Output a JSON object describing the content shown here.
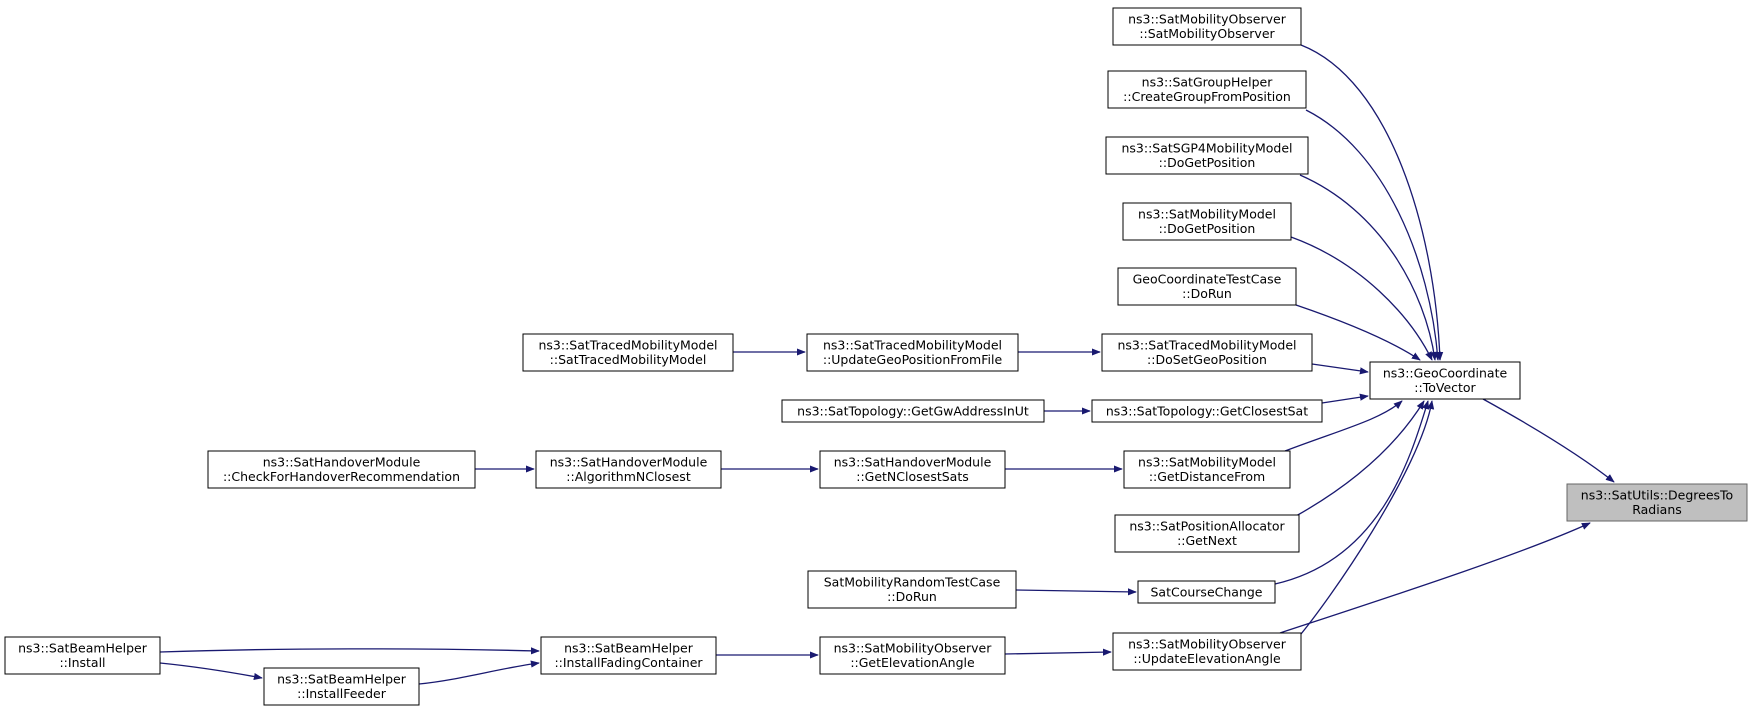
{
  "diagram": {
    "colors": {
      "edge": "#191970",
      "root_fill": "#bfbfbf",
      "node_fill": "#ffffff",
      "node_border": "#000000"
    },
    "root": "degreestoradians",
    "nodes": [
      {
        "id": "degreestoradians",
        "lines": [
          "ns3::SatUtils::DegreesTo",
          "Radians"
        ]
      },
      {
        "id": "geocoordinate-tovector",
        "lines": [
          "ns3::GeoCoordinate",
          "::ToVector"
        ]
      },
      {
        "id": "satmobilityobserver-ctor",
        "lines": [
          "ns3::SatMobilityObserver",
          "::SatMobilityObserver"
        ]
      },
      {
        "id": "satgrouphelper-creategroup",
        "lines": [
          "ns3::SatGroupHelper",
          "::CreateGroupFromPosition"
        ]
      },
      {
        "id": "satsgp4-dogetposition",
        "lines": [
          "ns3::SatSGP4MobilityModel",
          "::DoGetPosition"
        ]
      },
      {
        "id": "satmobilitymodel-dogetposition",
        "lines": [
          "ns3::SatMobilityModel",
          "::DoGetPosition"
        ]
      },
      {
        "id": "geocoordinatetestcase-dorun",
        "lines": [
          "GeoCoordinateTestCase",
          "::DoRun"
        ]
      },
      {
        "id": "sattraced-dosetgeoposition",
        "lines": [
          "ns3::SatTracedMobilityModel",
          "::DoSetGeoPosition"
        ]
      },
      {
        "id": "sattraced-updategeoposition",
        "lines": [
          "ns3::SatTracedMobilityModel",
          "::UpdateGeoPositionFromFile"
        ]
      },
      {
        "id": "sattraced-ctor",
        "lines": [
          "ns3::SatTracedMobilityModel",
          "::SatTracedMobilityModel"
        ]
      },
      {
        "id": "sattopology-getclosestsat",
        "lines": [
          "ns3::SatTopology::GetClosestSat"
        ]
      },
      {
        "id": "sattopology-getgwaddressinut",
        "lines": [
          "ns3::SatTopology::GetGwAddressInUt"
        ]
      },
      {
        "id": "satmobilitymodel-getdistancefrom",
        "lines": [
          "ns3::SatMobilityModel",
          "::GetDistanceFrom"
        ]
      },
      {
        "id": "sathandover-getnclosestsats",
        "lines": [
          "ns3::SatHandoverModule",
          "::GetNClosestSats"
        ]
      },
      {
        "id": "sathandover-algorithmnclosest",
        "lines": [
          "ns3::SatHandoverModule",
          "::AlgorithmNClosest"
        ]
      },
      {
        "id": "sathandover-checkforhandover",
        "lines": [
          "ns3::SatHandoverModule",
          "::CheckForHandoverRecommendation"
        ]
      },
      {
        "id": "satpositionallocator-getnext",
        "lines": [
          "ns3::SatPositionAllocator",
          "::GetNext"
        ]
      },
      {
        "id": "satcoursechange",
        "lines": [
          "SatCourseChange"
        ]
      },
      {
        "id": "satmobilityrandomtestcase-dorun",
        "lines": [
          "SatMobilityRandomTestCase",
          "::DoRun"
        ]
      },
      {
        "id": "satmobilityobserver-updateelevation",
        "lines": [
          "ns3::SatMobilityObserver",
          "::UpdateElevationAngle"
        ]
      },
      {
        "id": "satmobilityobserver-getelevation",
        "lines": [
          "ns3::SatMobilityObserver",
          "::GetElevationAngle"
        ]
      },
      {
        "id": "satbeamhelper-installfadingcontainer",
        "lines": [
          "ns3::SatBeamHelper",
          "::InstallFadingContainer"
        ]
      },
      {
        "id": "satbeamhelper-install",
        "lines": [
          "ns3::SatBeamHelper",
          "::Install"
        ]
      },
      {
        "id": "satbeamhelper-installfeeder",
        "lines": [
          "ns3::SatBeamHelper",
          "::InstallFeeder"
        ]
      }
    ],
    "edges": [
      {
        "from": "geocoordinate-tovector",
        "to": "degreestoradians"
      },
      {
        "from": "satmobilityobserver-updateelevation",
        "to": "degreestoradians"
      },
      {
        "from": "satmobilityobserver-ctor",
        "to": "geocoordinate-tovector"
      },
      {
        "from": "satgrouphelper-creategroup",
        "to": "geocoordinate-tovector"
      },
      {
        "from": "satsgp4-dogetposition",
        "to": "geocoordinate-tovector"
      },
      {
        "from": "satmobilitymodel-dogetposition",
        "to": "geocoordinate-tovector"
      },
      {
        "from": "geocoordinatetestcase-dorun",
        "to": "geocoordinate-tovector"
      },
      {
        "from": "sattraced-dosetgeoposition",
        "to": "geocoordinate-tovector"
      },
      {
        "from": "sattopology-getclosestsat",
        "to": "geocoordinate-tovector"
      },
      {
        "from": "satmobilitymodel-getdistancefrom",
        "to": "geocoordinate-tovector"
      },
      {
        "from": "satpositionallocator-getnext",
        "to": "geocoordinate-tovector"
      },
      {
        "from": "satcoursechange",
        "to": "geocoordinate-tovector"
      },
      {
        "from": "satmobilityobserver-updateelevation",
        "to": "geocoordinate-tovector"
      },
      {
        "from": "sattraced-updategeoposition",
        "to": "sattraced-dosetgeoposition"
      },
      {
        "from": "sattraced-ctor",
        "to": "sattraced-updategeoposition"
      },
      {
        "from": "sattopology-getgwaddressinut",
        "to": "sattopology-getclosestsat"
      },
      {
        "from": "sathandover-getnclosestsats",
        "to": "satmobilitymodel-getdistancefrom"
      },
      {
        "from": "sathandover-algorithmnclosest",
        "to": "sathandover-getnclosestsats"
      },
      {
        "from": "sathandover-checkforhandover",
        "to": "sathandover-algorithmnclosest"
      },
      {
        "from": "satmobilityrandomtestcase-dorun",
        "to": "satcoursechange"
      },
      {
        "from": "satmobilityobserver-getelevation",
        "to": "satmobilityobserver-updateelevation"
      },
      {
        "from": "satbeamhelper-installfadingcontainer",
        "to": "satmobilityobserver-getelevation"
      },
      {
        "from": "satbeamhelper-install",
        "to": "satbeamhelper-installfadingcontainer"
      },
      {
        "from": "satbeamhelper-installfeeder",
        "to": "satbeamhelper-installfadingcontainer"
      },
      {
        "from": "satbeamhelper-install",
        "to": "satbeamhelper-installfeeder"
      }
    ]
  }
}
